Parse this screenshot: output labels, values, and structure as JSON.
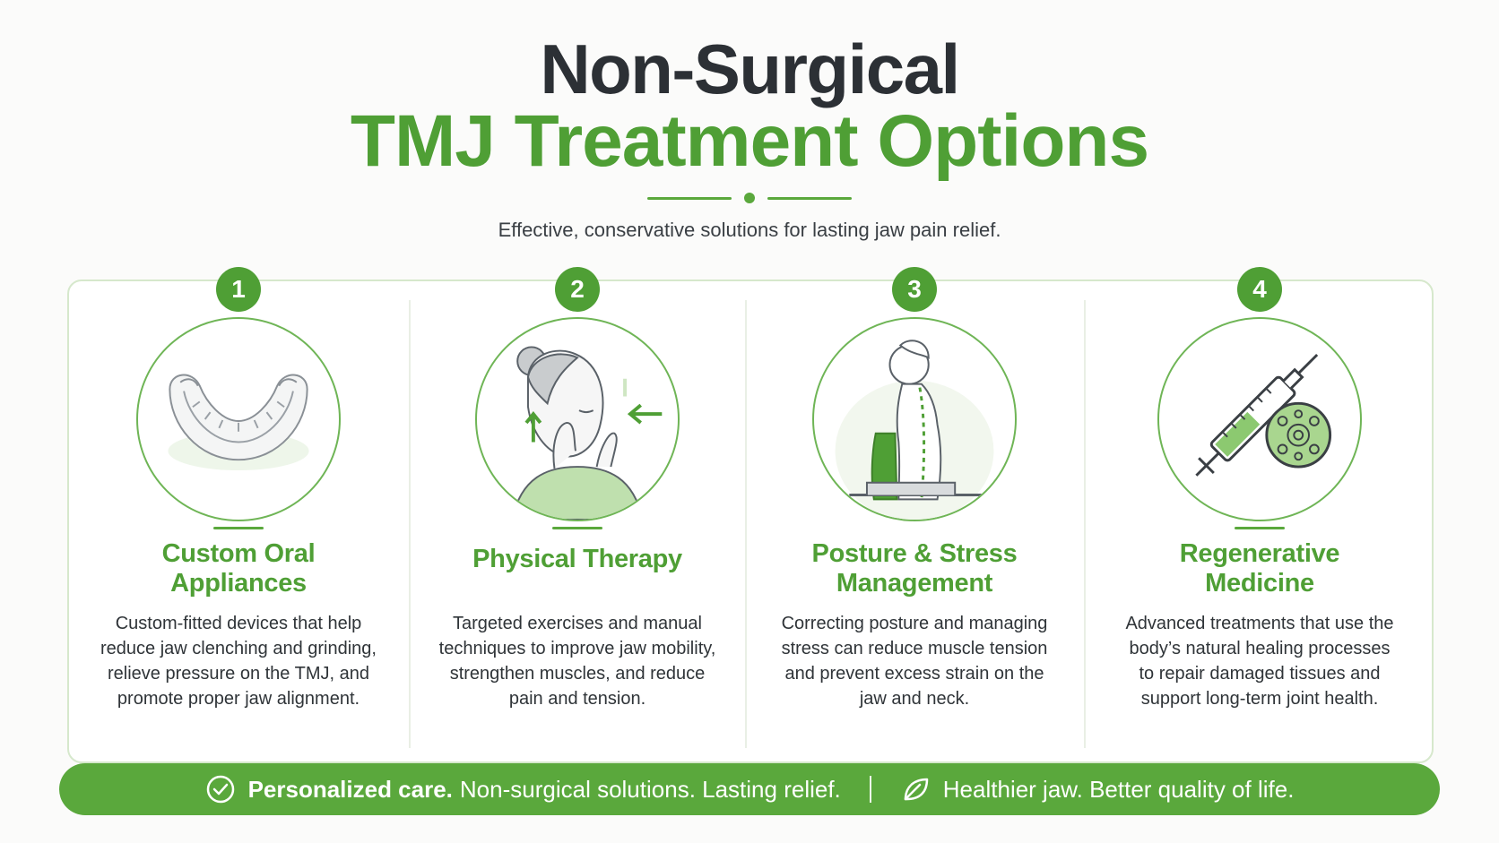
{
  "header": {
    "title_line1": "Non-Surgical",
    "title_line2": "TMJ Treatment Options",
    "subtitle": "Effective, conservative solutions for lasting jaw pain relief."
  },
  "options": [
    {
      "number": "1",
      "title_line1": "Custom Oral",
      "title_line2": "Appliances",
      "description": "Custom-fitted devices that help reduce jaw clenching and grinding, relieve pressure on the TMJ, and promote proper jaw alignment.",
      "icon": "oral-appliance-icon"
    },
    {
      "number": "2",
      "title_line1": "Physical Therapy",
      "title_line2": "",
      "description": "Targeted exercises and manual techniques to improve jaw mobility, strengthen muscles, and reduce pain and tension.",
      "icon": "physical-therapy-icon"
    },
    {
      "number": "3",
      "title_line1": "Posture & Stress",
      "title_line2": "Management",
      "description": "Correcting posture and managing stress can reduce muscle tension and prevent excess strain on the jaw and neck.",
      "icon": "posture-icon"
    },
    {
      "number": "4",
      "title_line1": "Regenerative",
      "title_line2": "Medicine",
      "description": "Advanced treatments that use the body’s natural healing processes to repair damaged tissues and support long-term joint health.",
      "icon": "syringe-icon"
    }
  ],
  "footer": {
    "bold_text": "Personalized care.",
    "text1": "Non-surgical solutions. Lasting relief.",
    "text2": "Healthier jaw. Better quality of life.",
    "icon1": "check-circle-icon",
    "icon2": "leaf-icon"
  },
  "colors": {
    "accent": "#4f9f35",
    "title_dark": "#2c3035",
    "footer_bg": "#5aa83c"
  }
}
